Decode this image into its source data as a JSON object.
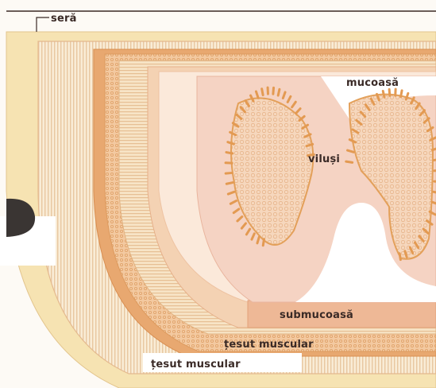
{
  "diagram": {
    "labels": {
      "sera": "seră",
      "mucoasa": "mucoasă",
      "vilusi": "viluși",
      "submucoasa": "submucoasă",
      "tesut_muscular_inner": "țesut muscular",
      "tesut_muscular_outer": "țesut muscular"
    },
    "colors": {
      "serosa_cream": "#f6e3b2",
      "muscle_outer_stripe": "#f8ead2",
      "muscle_inner_orange": "#e8a870",
      "submucosa_peach": "#f3c9a3",
      "mucosa_pink": "#f2c8b4",
      "villi_orange": "#e3a05a",
      "label_dark": "#3a2a26"
    }
  }
}
